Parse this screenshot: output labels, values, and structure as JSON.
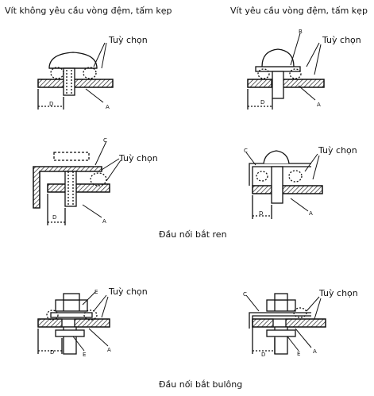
{
  "headers": {
    "left": "Vít không yêu cầu vòng đệm, tấm kẹp",
    "right": "Vít yêu cầu vòng đệm, tấm kẹp"
  },
  "optional_label": "Tuỳ chọn",
  "captions": {
    "threaded": "Đầu nối bắt ren",
    "bolted": "Đầu nối bắt bulông"
  },
  "part_labels": {
    "A": "A",
    "B": "B",
    "C": "C",
    "D": "D",
    "E": "E"
  }
}
